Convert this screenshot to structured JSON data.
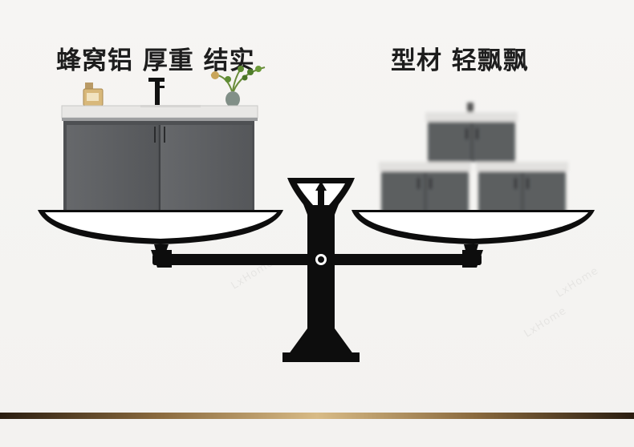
{
  "captions": {
    "left": "蜂窝铝 厚重 结实",
    "right": "型材 轻飘飘"
  },
  "colors": {
    "background": "#f5f4f2",
    "scale": "#0d0d0d",
    "cabinet": "#5d5f62",
    "countertop": "#e6e5e3",
    "gold_bar": "#d8bb86"
  },
  "icons": {
    "scale": "balance-scale",
    "arrow": "up-arrow",
    "sink_cabinet": "bathroom-vanity",
    "faucet": "faucet",
    "bottle": "perfume-bottle",
    "plant": "plant-vase"
  }
}
